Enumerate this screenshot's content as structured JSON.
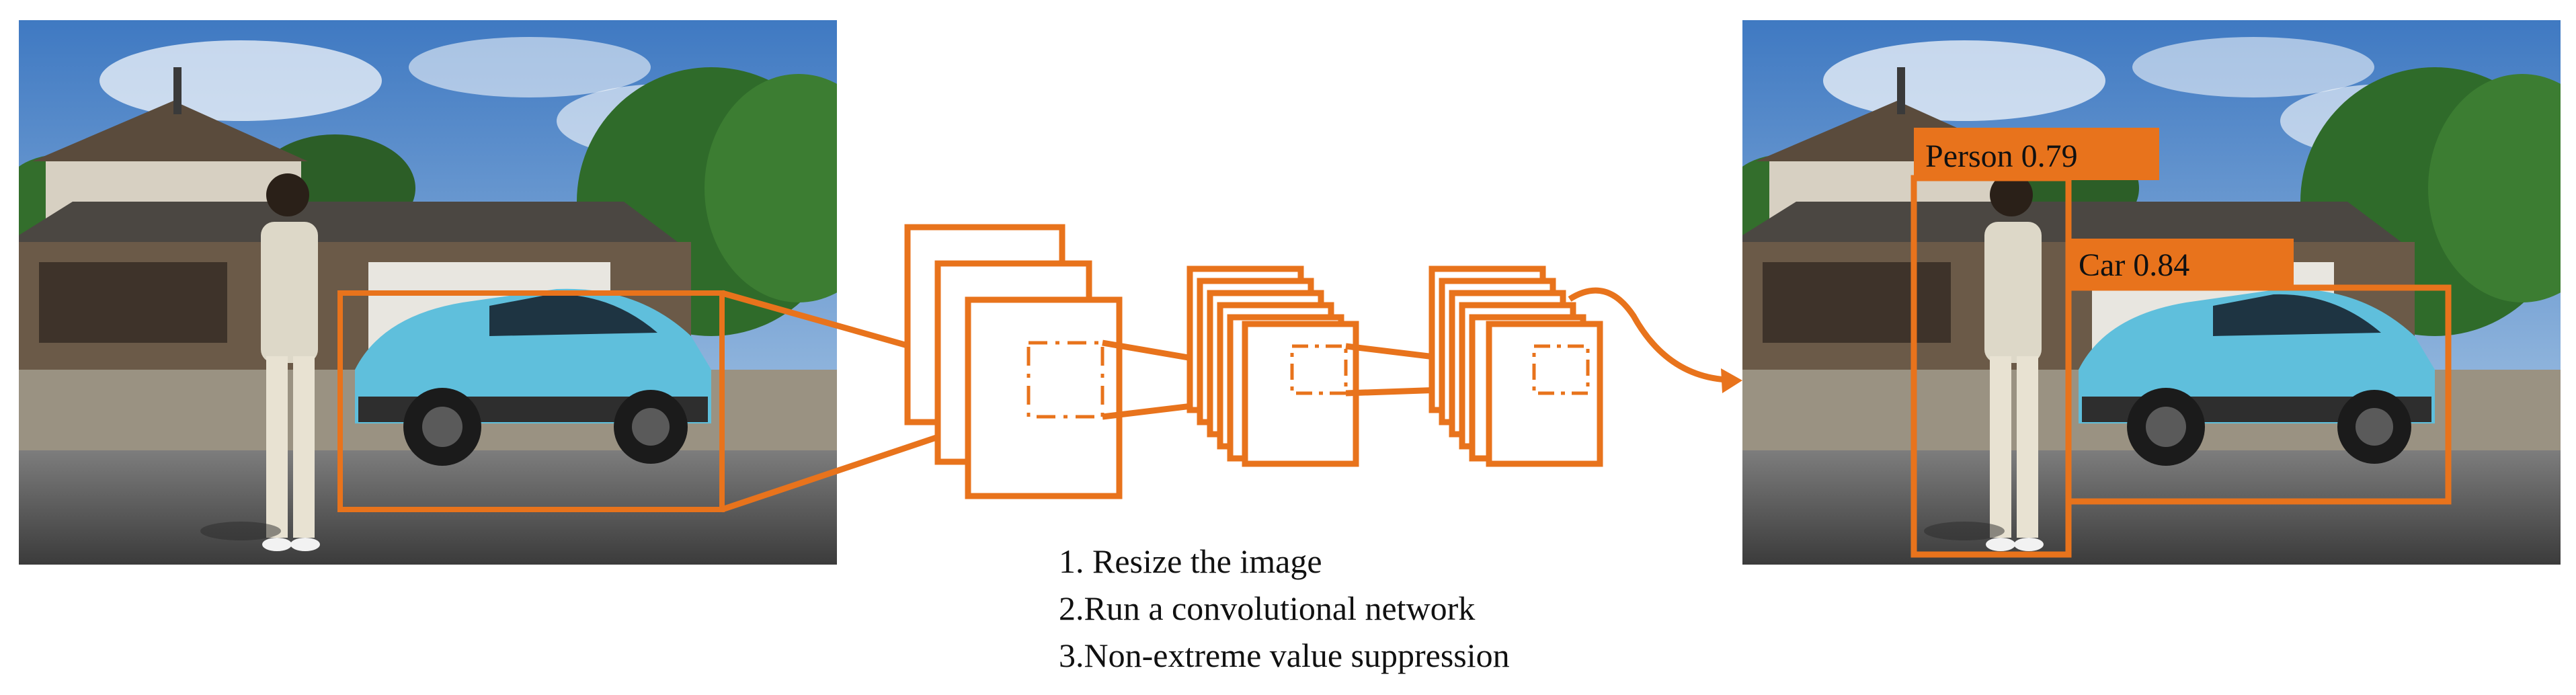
{
  "colors": {
    "accent": "#E8731C",
    "label_text": "#111111",
    "background": "#FFFFFF"
  },
  "input_image": {
    "scene": "street-scene-photo",
    "detection_box": "car-region-box"
  },
  "network": {
    "stages": [
      "conv-stage-1",
      "conv-stage-2",
      "conv-stage-3"
    ],
    "output_arrow": "curved-arrow-icon"
  },
  "output_image": {
    "detections": [
      {
        "label": "Person 0.79"
      },
      {
        "label": "Car 0.84"
      }
    ]
  },
  "steps": [
    "1. Resize the image",
    "2.Run a convolutional network",
    "3.Non-extreme value suppression"
  ]
}
